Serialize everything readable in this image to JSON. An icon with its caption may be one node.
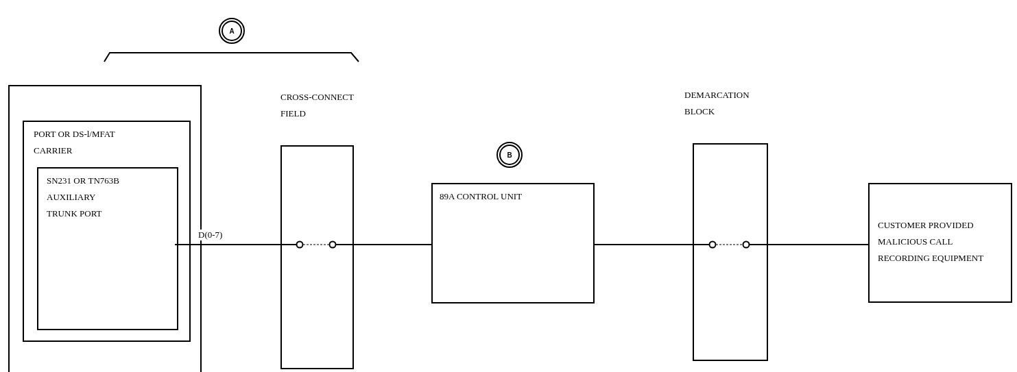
{
  "diagram": {
    "nodes": [
      {
        "text": [],
        "shape": "box"
      },
      {
        "text": [
          "PORT OR DS-l/MFAT CARRIER"
        ],
        "in": 0
      },
      {
        "text": [
          "SN231 OR TN763B AUXILIARY TRUNK PORT"
        ],
        "in": 1
      },
      {
        "text": [
          "CROSS-CONNECT FIELD"
        ]
      },
      {
        "text": [
          "89A CONTROL UNIT"
        ]
      },
      {
        "text": [
          "DEMARCATION BLOCK"
        ]
      },
      {
        "text": [
          "CUSTOMER PROVIDED MALICIOUS CALL RECORDING EQUIPMENT"
        ]
      }
    ],
    "edges": [
      {
        "from": 2,
        "to": 3,
        "arrow": "none",
        "label": "D(0-7)"
      },
      {
        "from": 3,
        "to": 4,
        "arrow": "none"
      },
      {
        "from": 4,
        "to": 5,
        "arrow": "none"
      },
      {
        "from": 5,
        "to": 6,
        "arrow": "none"
      }
    ],
    "labels": [
      "A",
      "B"
    ]
  }
}
